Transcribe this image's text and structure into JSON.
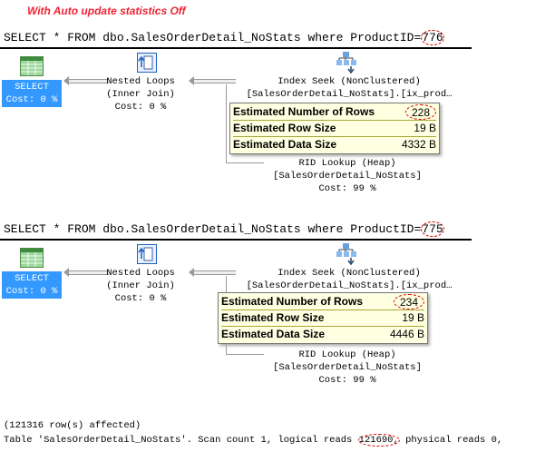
{
  "title": "With Auto update statistics Off",
  "plans": [
    {
      "query_prefix": "SELECT * FROM dbo.SalesOrderDetail_NoStats where ProductID=",
      "product_id": "776",
      "select": {
        "label": "SELECT",
        "cost": "Cost: 0 %"
      },
      "nested": {
        "name": "Nested Loops",
        "type": "(Inner Join)",
        "cost": "Cost: 0 %"
      },
      "seek": {
        "name": "Index Seek (NonClustered)",
        "object": "[SalesOrderDetail_NoStats].[ix_prod…"
      },
      "rid": {
        "name": "RID Lookup (Heap)",
        "object": "[SalesOrderDetail_NoStats]",
        "cost": "Cost: 99 %"
      },
      "tooltip": [
        {
          "label": "Estimated Number of Rows",
          "value": "228"
        },
        {
          "label": "Estimated Row Size",
          "value": "19 B"
        },
        {
          "label": "Estimated Data Size",
          "value": "4332 B"
        }
      ]
    },
    {
      "query_prefix": "SELECT * FROM dbo.SalesOrderDetail_NoStats where ProductID=",
      "product_id": "775",
      "select": {
        "label": "SELECT",
        "cost": "Cost: 0 %"
      },
      "nested": {
        "name": "Nested Loops",
        "type": "(Inner Join)",
        "cost": "Cost: 0 %"
      },
      "seek": {
        "name": "Index Seek (NonClustered)",
        "object": "[SalesOrderDetail_NoStats].[ix_prod…"
      },
      "rid": {
        "name": "RID Lookup (Heap)",
        "object": "[SalesOrderDetail_NoStats]",
        "cost": "Cost: 99 %"
      },
      "tooltip": [
        {
          "label": "Estimated Number of Rows",
          "value": "234"
        },
        {
          "label": "Estimated Row Size",
          "value": "19 B"
        },
        {
          "label": "Estimated Data Size",
          "value": "4446 B"
        }
      ]
    }
  ],
  "output": {
    "rows_affected": "(121316 row(s) affected)",
    "stats_prefix": "Table 'SalesOrderDetail_NoStats'. Scan count 1, logical reads ",
    "logical_reads": "121690,",
    "stats_suffix": " physical reads 0,"
  }
}
